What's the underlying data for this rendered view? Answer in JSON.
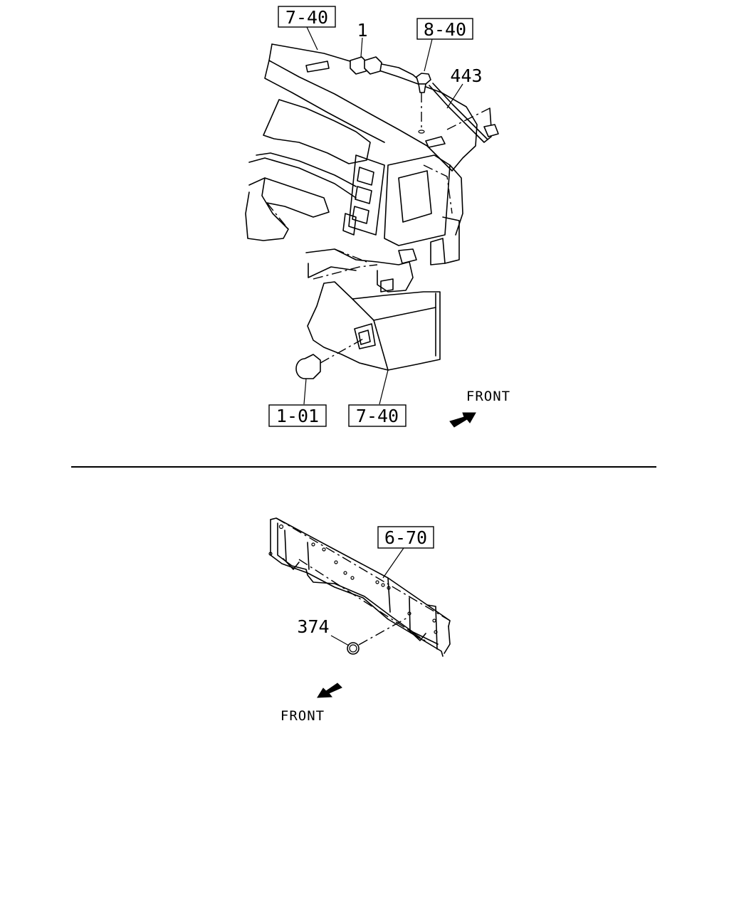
{
  "upper_view": {
    "callouts": {
      "ref_top": "7-40",
      "part_1": "1",
      "ref_8_40": "8-40",
      "part_443": "443",
      "ref_1_01": "1-01",
      "ref_bottom": "7-40"
    },
    "front_label": "FRONT",
    "front_arrow_icon": "arrow-up-right-icon"
  },
  "lower_view": {
    "callouts": {
      "ref_6_70": "6-70",
      "part_374": "374"
    },
    "front_label": "FRONT",
    "front_arrow_icon": "arrow-down-left-icon"
  }
}
